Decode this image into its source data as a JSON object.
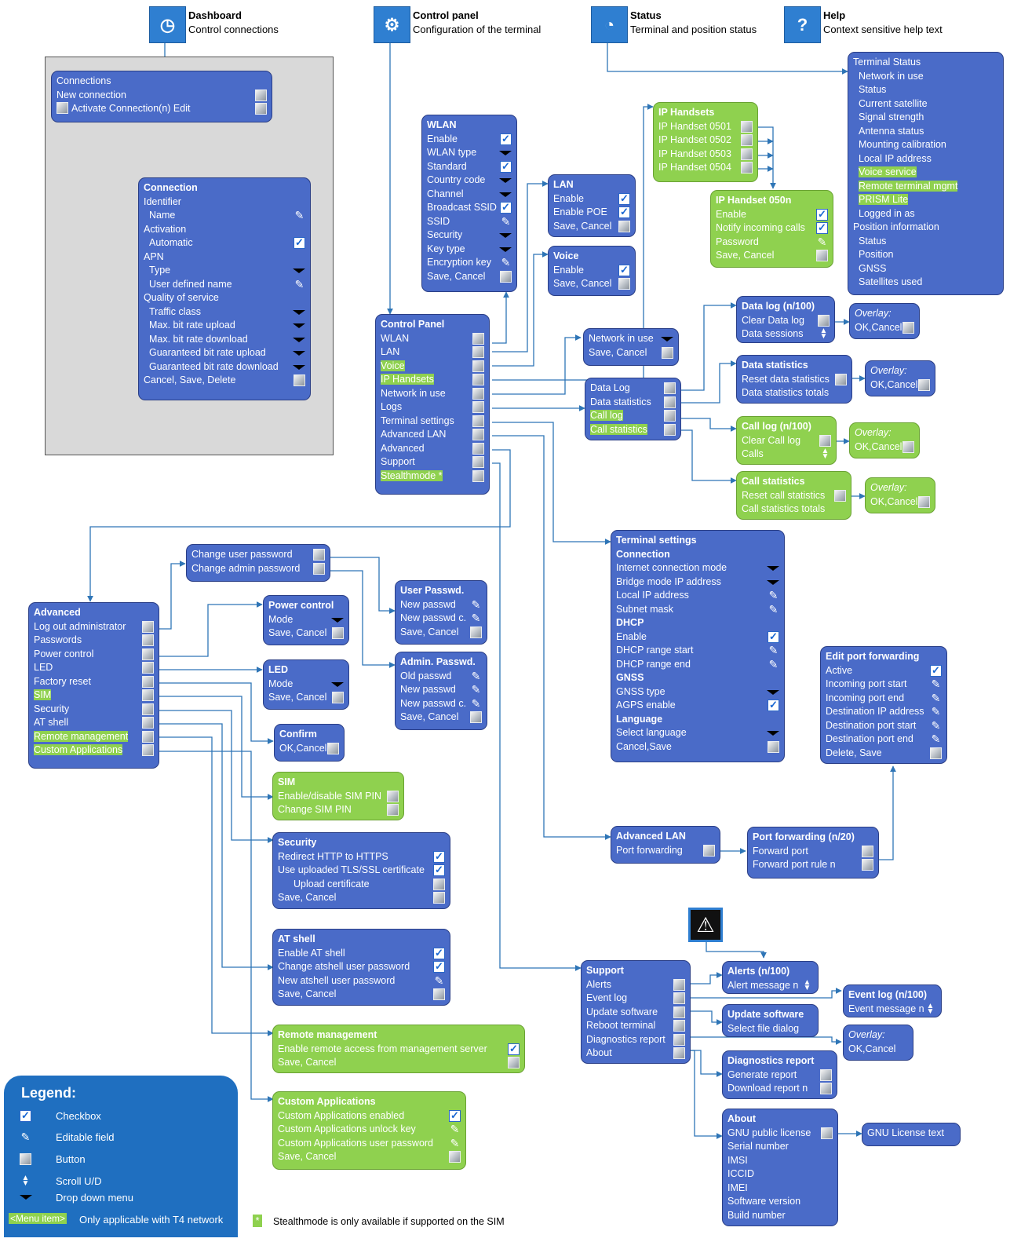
{
  "header": {
    "dashboard": {
      "title": "Dashboard",
      "subtitle": "Control connections",
      "icon": "gauge-icon"
    },
    "control_panel": {
      "title": "Control panel",
      "subtitle": "Configuration of the terminal",
      "icon": "gears-icon"
    },
    "status": {
      "title": "Status",
      "subtitle": "Terminal and position status",
      "icon": "pie-chart-icon"
    },
    "help": {
      "title": "Help",
      "subtitle": "Context sensitive help text",
      "icon": "question-icon"
    }
  },
  "connections": {
    "rows": [
      "Connections",
      "New connection",
      "Activate   Connection(n)  Edit"
    ]
  },
  "connection": {
    "rows": [
      "Connection",
      "Identifier",
      "Name",
      "Activation",
      "Automatic",
      "APN",
      "Type",
      "User defined name",
      "Quality of service",
      "Traffic class",
      "Max. bit rate upload",
      "Max. bit rate download",
      "Guaranteed bit rate upload",
      "Guaranteed bit rate download",
      "Cancel, Save, Delete"
    ]
  },
  "wlan": {
    "rows": [
      "WLAN",
      "Enable",
      "WLAN type",
      "Standard",
      "Country code",
      "Channel",
      "Broadcast SSID",
      "SSID",
      "Security",
      "Key type",
      "Encryption key",
      "Save, Cancel"
    ]
  },
  "lan": {
    "rows": [
      "LAN",
      "Enable",
      "Enable POE",
      "Save, Cancel"
    ]
  },
  "voice": {
    "rows": [
      "Voice",
      "Enable",
      "Save, Cancel"
    ]
  },
  "ip_handsets": {
    "rows": [
      "IP Handsets",
      "IP Handset 0501",
      "IP Handset 0502",
      "IP Handset 0503",
      "IP Handset 0504"
    ]
  },
  "ip_handset_n": {
    "rows": [
      "IP Handset 050n",
      "Enable",
      "Notify incoming calls",
      "Password",
      "Save, Cancel"
    ]
  },
  "terminal_status": {
    "rows": [
      "Terminal Status",
      "Network in use",
      "Status",
      "Current satellite",
      "Signal strength",
      "Antenna status",
      "Mounting calibration",
      "Local IP address",
      "Voice service",
      "Remote terminal mgmt",
      "PRISM Lite",
      "Logged in as",
      "Position information",
      "Status",
      "Position",
      "GNSS",
      "Satellites used"
    ]
  },
  "control_panel": {
    "rows": [
      "Control Panel",
      "WLAN",
      "LAN",
      "Voice",
      "IP Handsets",
      "Network in use",
      "Logs",
      "Terminal settings",
      "Advanced LAN",
      "Advanced",
      "Support",
      "Stealthmode *"
    ]
  },
  "network_in_use": {
    "rows": [
      "Network in use",
      "Save, Cancel"
    ]
  },
  "logs": {
    "rows": [
      "Data Log",
      "Data statistics",
      "Call log",
      "Call statistics"
    ]
  },
  "data_log": {
    "rows": [
      "Data log (n/100)",
      "Clear Data log",
      "Data sessions"
    ]
  },
  "data_statistics": {
    "rows": [
      "Data statistics",
      "Reset data statistics",
      "Data statistics totals"
    ]
  },
  "call_log": {
    "rows": [
      "Call log (n/100)",
      "Clear Call log",
      "Calls"
    ]
  },
  "call_statistics": {
    "rows": [
      "Call statistics",
      "Reset call statistics",
      "Call statistics totals"
    ]
  },
  "overlay": {
    "title": "Overlay:",
    "buttons": "OK,Cancel"
  },
  "terminal_settings": {
    "rows": [
      "Terminal settings",
      "Connection",
      "Internet connection mode",
      "Bridge mode IP address",
      "Local IP address",
      "Subnet mask",
      "DHCP",
      "Enable",
      "DHCP range start",
      "DHCP range end",
      "GNSS",
      "GNSS type",
      "AGPS enable",
      "Language",
      "Select language",
      "Cancel,Save"
    ]
  },
  "edit_port_forwarding": {
    "rows": [
      "Edit port forwarding",
      "Active",
      "Incoming port start",
      "Incoming port end",
      "Destination IP address",
      "Destination port start",
      "Destination port end",
      "Delete, Save"
    ]
  },
  "advanced_lan": {
    "rows": [
      "Advanced LAN",
      "Port forwarding"
    ]
  },
  "port_forwarding": {
    "rows": [
      "Port forwarding (n/20)",
      "Forward port",
      "Forward port rule n"
    ]
  },
  "advanced": {
    "rows": [
      "Advanced",
      "Log out administrator",
      "Passwords",
      "Power control",
      "LED",
      "Factory reset",
      "SIM",
      "Security",
      "AT shell",
      "Remote management",
      "Custom Applications"
    ]
  },
  "passwords": {
    "rows": [
      "Change user password",
      "Change admin password"
    ]
  },
  "user_passwd": {
    "rows": [
      "User Passwd.",
      "New passwd",
      "New passwd c.",
      "Save, Cancel"
    ]
  },
  "admin_passwd": {
    "rows": [
      "Admin. Passwd.",
      "Old passwd",
      "New passwd",
      "New passwd c.",
      "Save, Cancel"
    ]
  },
  "power_control": {
    "rows": [
      "Power control",
      "Mode",
      "Save, Cancel"
    ]
  },
  "led": {
    "rows": [
      "LED",
      "Mode",
      "Save, Cancel"
    ]
  },
  "confirm": {
    "rows": [
      "Confirm",
      "OK,Cancel"
    ]
  },
  "sim": {
    "rows": [
      "SIM",
      "Enable/disable SIM PIN",
      "Change SIM PIN"
    ]
  },
  "security": {
    "rows": [
      "Security",
      "Redirect HTTP to HTTPS",
      "Use uploaded TLS/SSL certificate",
      "Upload certificate",
      "Save, Cancel"
    ]
  },
  "at_shell": {
    "rows": [
      "AT shell",
      "Enable AT shell",
      "Change atshell user password",
      "New atshell user password",
      "Save, Cancel"
    ]
  },
  "remote_management": {
    "rows": [
      "Remote management",
      "Enable remote access from management server",
      "Save, Cancel"
    ]
  },
  "custom_applications": {
    "rows": [
      "Custom Applications",
      "Custom Applications enabled",
      "Custom Applications unlock key",
      "Custom Applications user password",
      "Save, Cancel"
    ]
  },
  "support": {
    "rows": [
      "Support",
      "Alerts",
      "Event log",
      "Update software",
      "Reboot terminal",
      "Diagnostics report",
      "About"
    ]
  },
  "alerts": {
    "rows": [
      "Alerts (n/100)",
      "Alert message n"
    ]
  },
  "event_log": {
    "rows": [
      "Event log (n/100)",
      "Event message n"
    ]
  },
  "update_software": {
    "rows": [
      "Update software",
      "Select file dialog"
    ]
  },
  "diagnostics_report": {
    "rows": [
      "Diagnostics report",
      "Generate report",
      "Download report n"
    ]
  },
  "about": {
    "rows": [
      "About",
      "GNU public license",
      "Serial number",
      "IMSI",
      "ICCID",
      "IMEI",
      "Software version",
      "Build  number"
    ]
  },
  "gnu": {
    "label": "GNU License text"
  },
  "legend": {
    "title": "Legend:",
    "items": [
      "Checkbox",
      "Editable field",
      "Button",
      "Scroll U/D",
      "Drop down menu"
    ],
    "menu_item_sample": "<Menu item>",
    "menu_item_note": "Only applicable with T4 network"
  },
  "footnote": {
    "marker": "*",
    "text": "Stealthmode is only available if supported on the SIM"
  },
  "colors": {
    "box_blue": "#4a6bc8",
    "highlight_green": "#8fd14f",
    "connector": "#2e75b6",
    "legend_blue": "#1f6fc0"
  }
}
